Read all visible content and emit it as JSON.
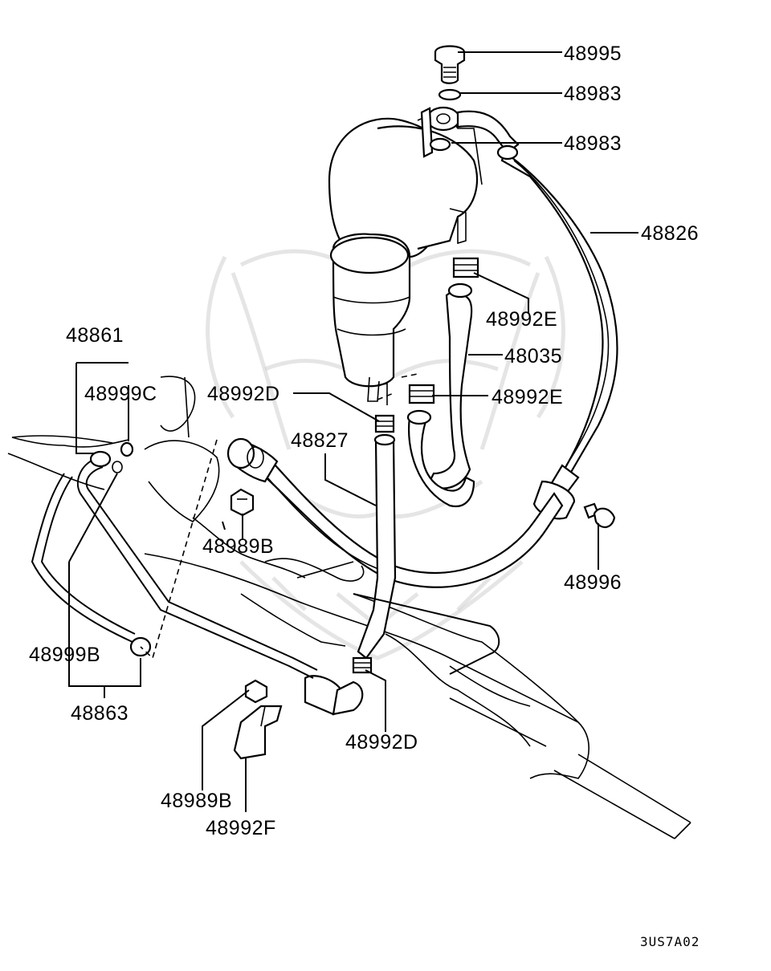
{
  "diagram_code": "3US7A02",
  "labels": {
    "p48995": "48995",
    "p48983a": "48983",
    "p48983b": "48983",
    "p48826": "48826",
    "p48992E_a": "48992E",
    "p48035": "48035",
    "p48992E_b": "48992E",
    "p48861": "48861",
    "p48999C": "48999C",
    "p48992D_a": "48992D",
    "p48827": "48827",
    "p48989B_a": "48989B",
    "p48996": "48996",
    "p48999B": "48999B",
    "p48863": "48863",
    "p48992D_b": "48992D",
    "p48989B_b": "48989B",
    "p48992F": "48992F"
  }
}
